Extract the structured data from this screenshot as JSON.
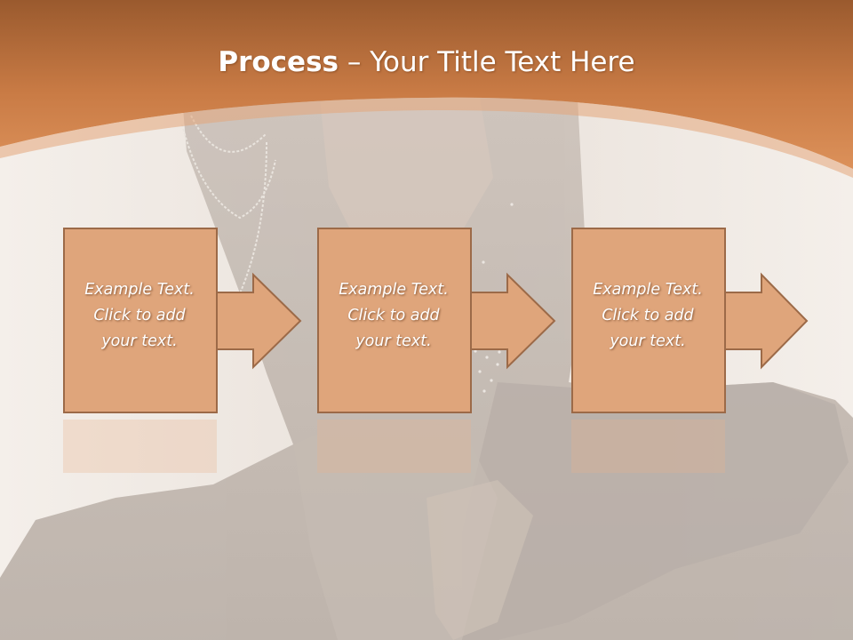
{
  "slide": {
    "title": {
      "bold": "Process",
      "rest": " – Your Title Text Here"
    },
    "colors": {
      "header": "#c97b45",
      "box_fill": "#dfa57b",
      "box_stroke": "#9c6a48",
      "background": "#f1ebe6"
    },
    "steps": [
      {
        "line1": "Example Text.",
        "line2": "Click  to add",
        "line3": "your text."
      },
      {
        "line1": "Example Text.",
        "line2": "Click  to add",
        "line3": "your text."
      },
      {
        "line1": "Example Text.",
        "line2": "Click  to add",
        "line3": "your text."
      }
    ]
  }
}
